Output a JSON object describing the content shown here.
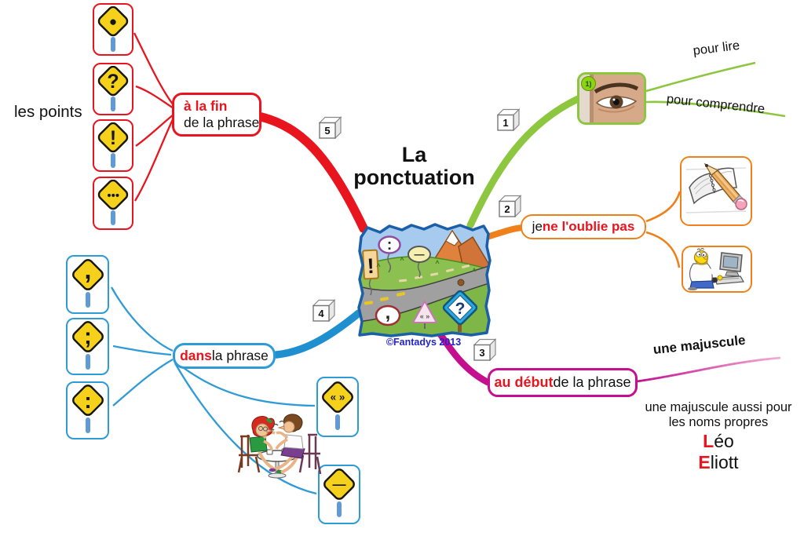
{
  "title": {
    "line1": "La",
    "line2": "ponctuation"
  },
  "copyright": "©Fantadys 2013",
  "cubes": {
    "one": "1",
    "two": "2",
    "three": "3",
    "four": "4",
    "five": "5"
  },
  "branch1": {
    "photo_badge": "1)",
    "child1": "pour lire",
    "child2": "pour comprendre"
  },
  "branch2": {
    "node": {
      "prefix": "je ",
      "emphasis": "ne l'oublie pas"
    }
  },
  "branch3": {
    "node": {
      "emphasis": "au début",
      "suffix": " de la phrase"
    },
    "child": "une majuscule",
    "note": {
      "line1": "une majuscule aussi pour",
      "line2": "les noms propres"
    },
    "names": [
      {
        "initial": "L",
        "rest": "éo"
      },
      {
        "initial": "E",
        "rest": "liott"
      }
    ]
  },
  "branch4": {
    "node": {
      "emphasis": "dans",
      "suffix": " la phrase"
    },
    "signs": [
      {
        "name": "comma",
        "glyph": ","
      },
      {
        "name": "semicolon",
        "glyph": ";"
      },
      {
        "name": "colon",
        "glyph": ":"
      },
      {
        "name": "guillemets",
        "glyph": "« »"
      },
      {
        "name": "dash",
        "glyph": "—"
      }
    ]
  },
  "branch5": {
    "label": "les points",
    "node": {
      "emphasis": "à la fin",
      "suffix": "de la phrase"
    },
    "signs": [
      {
        "name": "period",
        "glyph": "●"
      },
      {
        "name": "question",
        "glyph": "?"
      },
      {
        "name": "exclamation",
        "glyph": "!"
      },
      {
        "name": "ellipsis",
        "glyph": "●●●"
      }
    ]
  },
  "center": {
    "signs": {
      "exclamation": "!",
      "colon": ":",
      "dash": "—",
      "comma": ",",
      "quotes": "« »",
      "question": "?"
    }
  },
  "colors": {
    "red": "#E8141E",
    "green": "#8DC63F",
    "orange": "#F08019",
    "magenta": "#C4108E",
    "blue": "#1F8FD0",
    "sign_yellow": "#F5D11C",
    "post_blue": "#5E9BD8",
    "fantadys_blue": "#2222CC"
  }
}
